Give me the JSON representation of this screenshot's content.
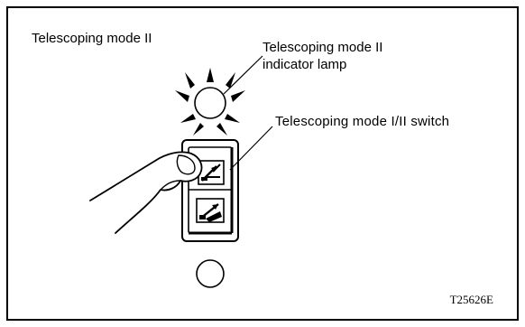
{
  "title": "Telescoping mode II",
  "callouts": {
    "lamp_label_line1": "Telescoping mode II",
    "lamp_label_line2": "indicator lamp",
    "switch_label": "Telescoping mode I/II switch"
  },
  "figure_id": "T25626E",
  "icons": {
    "lit_lamp": "indicator-lamp-lit-icon",
    "unlit_lamp": "indicator-lamp-unlit-icon",
    "switch_upper_symbol": "crane-telescope-mode-1-icon",
    "switch_lower_symbol": "crane-telescope-mode-2-icon",
    "finger": "pressing-finger-icon"
  },
  "colors": {
    "line": "#000000",
    "background": "#ffffff"
  }
}
